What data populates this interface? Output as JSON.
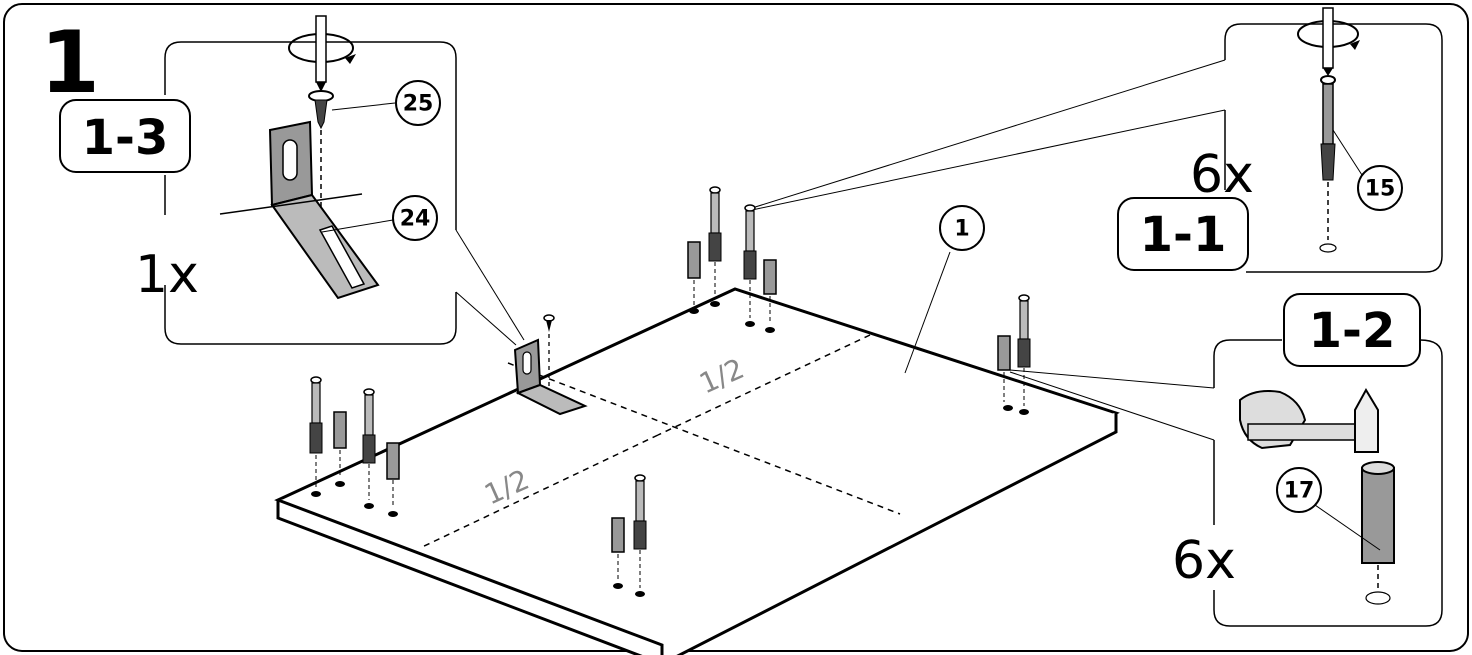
{
  "step": {
    "number": "1"
  },
  "callouts": {
    "top_left": {
      "step_label": "1-3",
      "quantity": "1x",
      "parts": [
        "25",
        "24"
      ]
    },
    "top_right": {
      "step_label": "1-1",
      "quantity": "6x",
      "parts": [
        "15"
      ]
    },
    "bottom_right": {
      "step_label": "1-2",
      "quantity": "6x",
      "parts": [
        "17"
      ]
    }
  },
  "main": {
    "panel_part": "1",
    "half_marks": [
      "1/2",
      "1/2"
    ]
  }
}
